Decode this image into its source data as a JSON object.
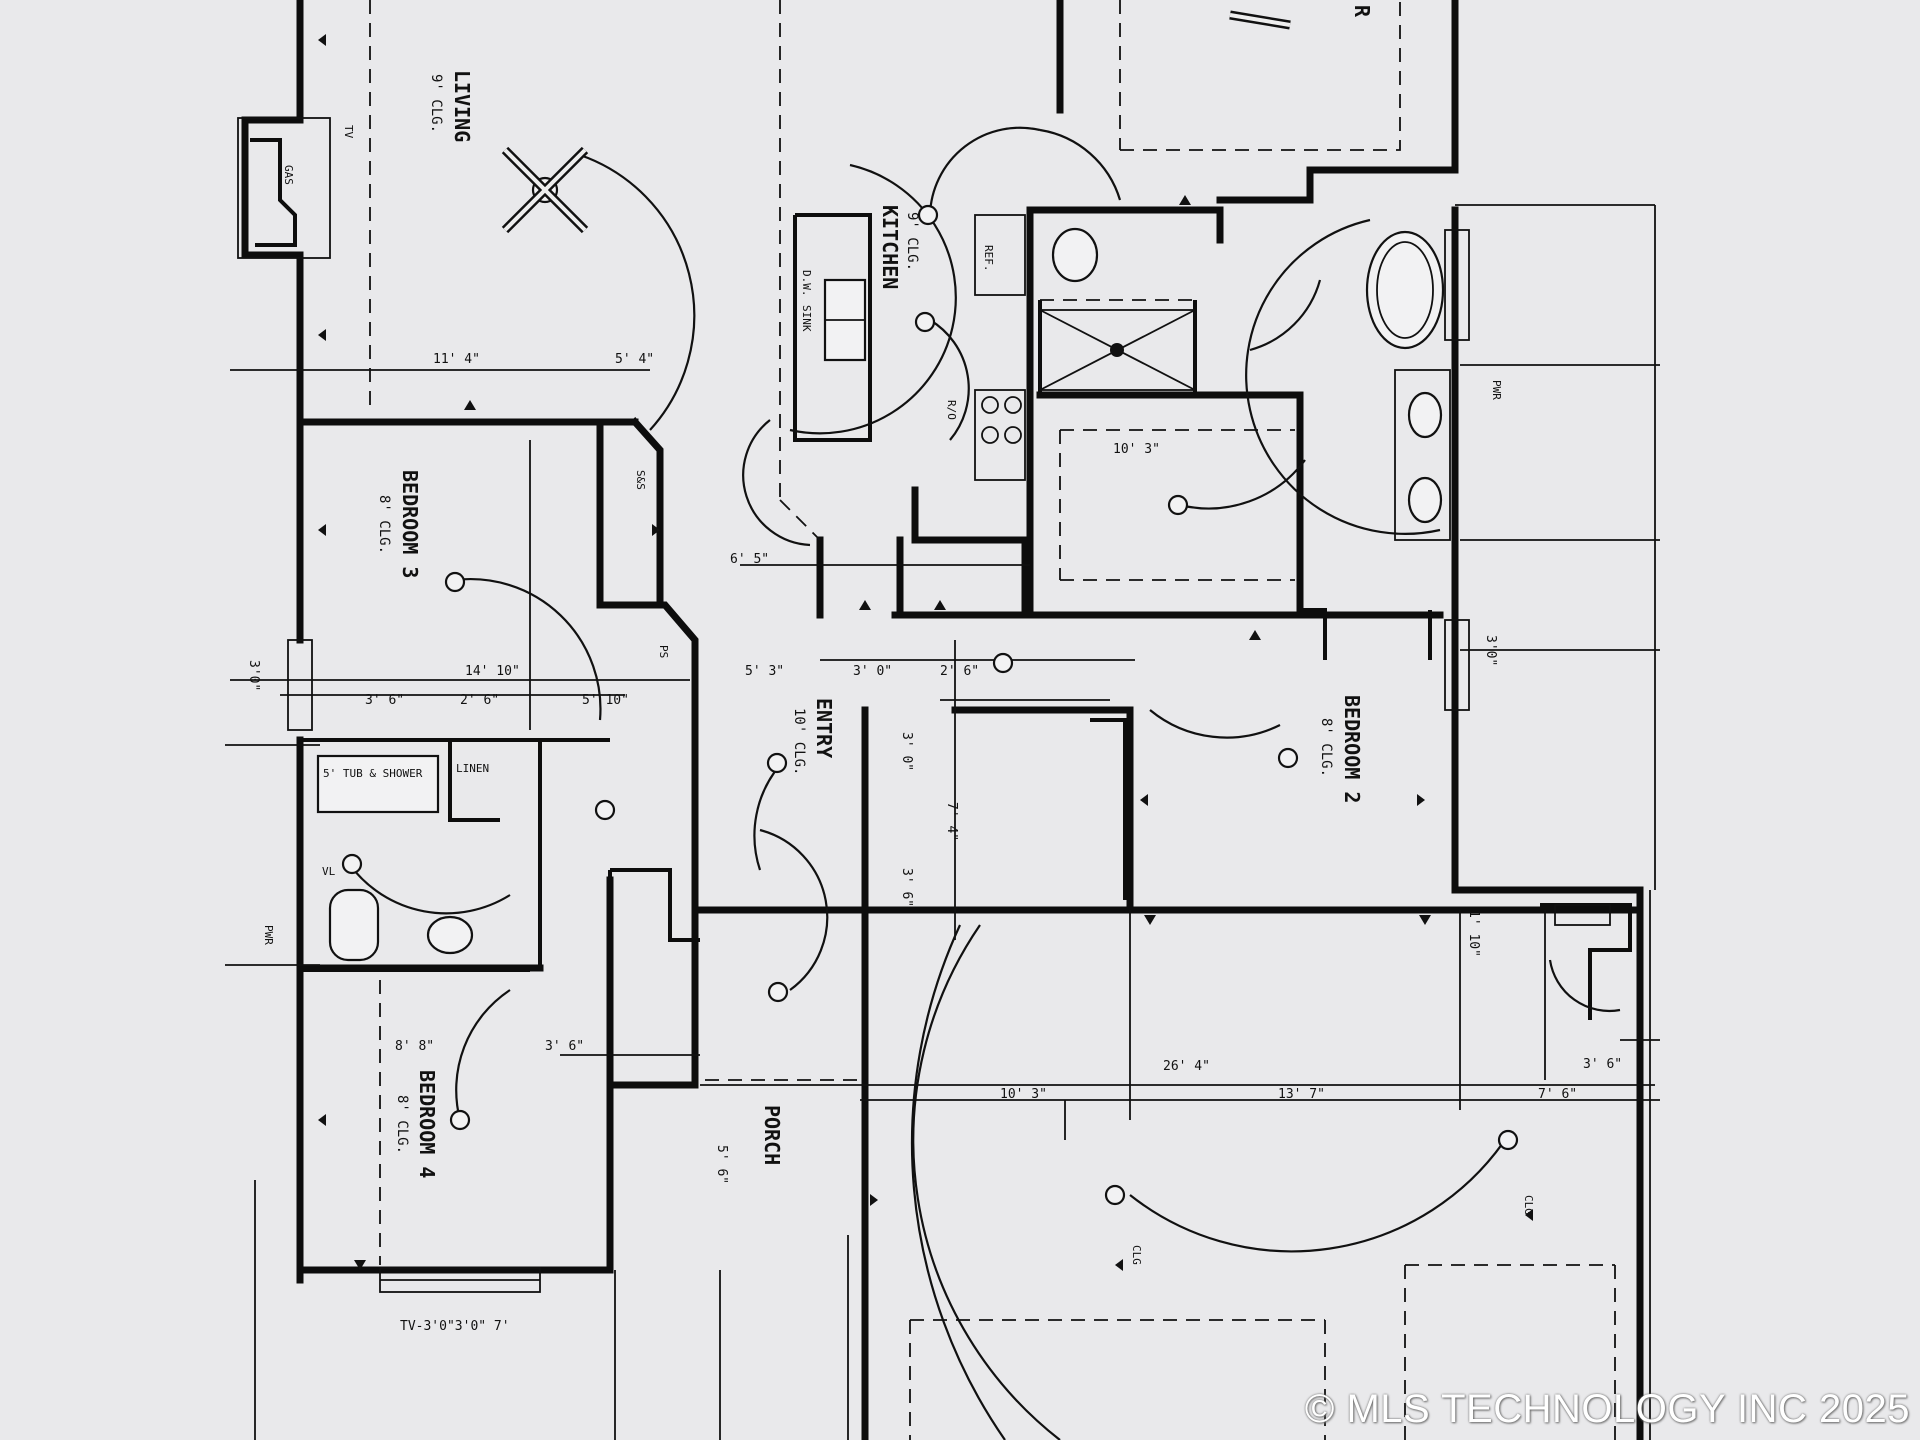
{
  "rooms": {
    "living": {
      "name": "LIVING",
      "ceiling": "9' CLG."
    },
    "kitchen": {
      "name": "KITCHEN",
      "ceiling": "9' CLG."
    },
    "bedroom3": {
      "name": "BEDROOM 3",
      "ceiling": "8' CLG."
    },
    "bedroom2": {
      "name": "BEDROOM 2",
      "ceiling": "8' CLG."
    },
    "bedroom4": {
      "name": "BEDROOM 4",
      "ceiling": "8' CLG."
    },
    "entry": {
      "name": "ENTRY",
      "ceiling": "10' CLG."
    },
    "porch": {
      "name": "PORCH"
    },
    "master_partial": {
      "name": "R"
    }
  },
  "fixtures": {
    "tub": "5' TUB & SHOWER",
    "linen": "LINEN",
    "gas": "GAS",
    "disposal": "D.W.",
    "sink": "SINK",
    "ref": "REF.",
    "oven": "R/O",
    "tv": "TV",
    "vl": "VL",
    "ps": "PS",
    "shelf": "S&S",
    "pwr": "PWR",
    "clg_note": "CLG"
  },
  "dimensions": {
    "living_w": "11' 4\"",
    "living_x": "5' 4\"",
    "hall_a": "6' 5\"",
    "hall_b": "14' 10\"",
    "hall_c": "3' 6\"",
    "hall_d": "2' 6\"",
    "hall_e": "5' 10\"",
    "entry_a": "5' 3\"",
    "entry_b": "3' 0\"",
    "entry_c": "2' 6\"",
    "closet_a": "3' 0\"",
    "closet_b": "7' 4\"",
    "closet_c": "3' 6\"",
    "bath_w": "10' 3\"",
    "garage_a": "26' 4\"",
    "garage_b": "10' 3\"",
    "garage_c": "13' 7\"",
    "garage_d": "7' 6\"",
    "garage_e": "3' 6\"",
    "garage_f": "1' 10\"",
    "porch_a": "5' 6\"",
    "bed4_a": "8' 8\"",
    "bed4_b": "3' 6\"",
    "window_a": "3'0\"",
    "window_b": "3'0\"",
    "tv_window": "TV-3'0\"3'0\" 7'"
  },
  "watermark": "© MLS TECHNOLOGY INC 2025"
}
